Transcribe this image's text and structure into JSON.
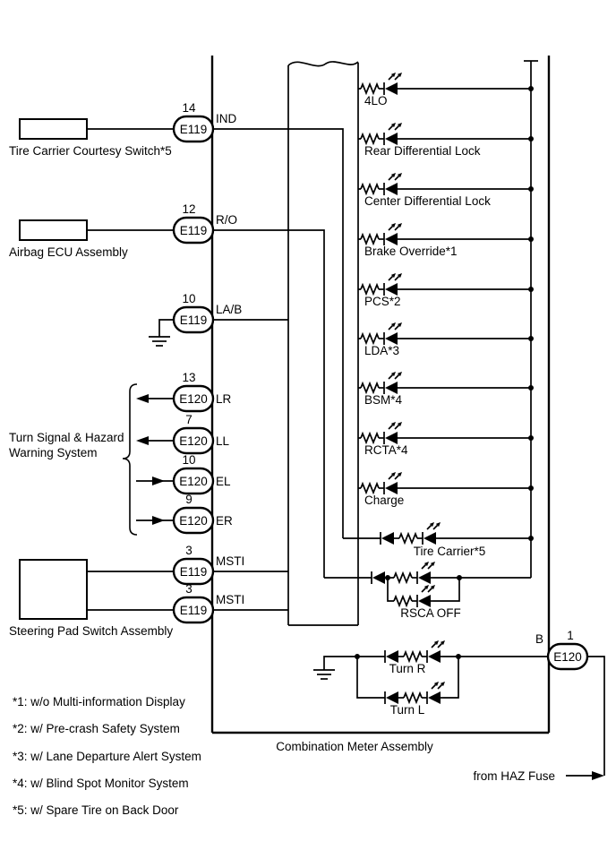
{
  "external": {
    "tire_carrier_switch": "Tire Carrier Courtesy Switch*5",
    "airbag_ecu": "Airbag ECU Assembly",
    "turn_hazard_line1": "Turn Signal & Hazard",
    "turn_hazard_line2": "Warning System",
    "steering_pad": "Steering Pad Switch Assembly",
    "haz_fuse": "from HAZ Fuse"
  },
  "meter": {
    "label": "Combination Meter Assembly"
  },
  "connectors": {
    "ind": {
      "pin": "14",
      "name": "E119",
      "signal": "IND"
    },
    "ro": {
      "pin": "12",
      "name": "E119",
      "signal": "R/O"
    },
    "lab": {
      "pin": "10",
      "name": "E119",
      "signal": "LA/B"
    },
    "lr": {
      "pin": "13",
      "name": "E120",
      "signal": "LR"
    },
    "ll": {
      "pin": "7",
      "name": "E120",
      "signal": "LL"
    },
    "el": {
      "pin": "10",
      "name": "E120",
      "signal": "EL"
    },
    "er": {
      "pin": "9",
      "name": "E120",
      "signal": "ER"
    },
    "msti1": {
      "pin": "3",
      "name": "E119",
      "signal": "MSTI"
    },
    "msti2": {
      "pin": "3",
      "name": "E119",
      "signal": "MSTI"
    },
    "b": {
      "pin": "1",
      "name": "E120",
      "signal": "B"
    }
  },
  "indicators": [
    "4LO",
    "Rear Differential Lock",
    "Center Differential Lock",
    "Brake Override*1",
    "PCS*2",
    "LDA*3",
    "BSM*4",
    "RCTA*4",
    "Charge"
  ],
  "special": {
    "tire_carrier": "Tire Carrier*5",
    "rsca": "RSCA OFF",
    "turn_r": "Turn R",
    "turn_l": "Turn L"
  },
  "footnotes": [
    "*1: w/o Multi-information Display",
    "*2: w/ Pre-crash Safety System",
    "*3: w/ Lane Departure Alert System",
    "*4: w/ Blind Spot Monitor System",
    "*5: w/ Spare Tire on Back Door"
  ],
  "colors": {
    "line": "#000000",
    "background": "#ffffff"
  }
}
